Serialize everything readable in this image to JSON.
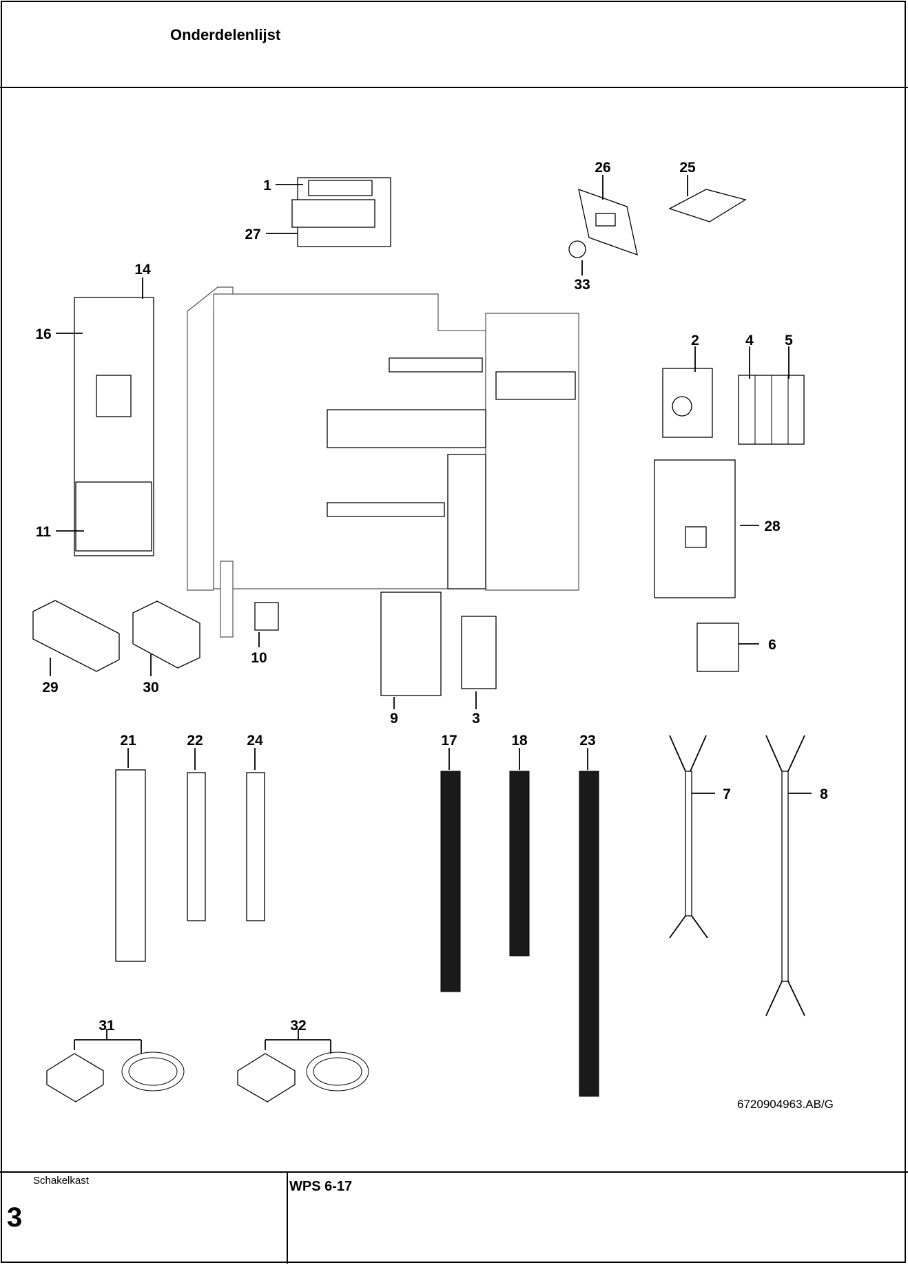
{
  "header": {
    "title": "Onderdelenlijst"
  },
  "drawing": {
    "doc_ref": "6720904963.AB/G",
    "callouts": [
      "1",
      "27",
      "26",
      "25",
      "33",
      "14",
      "16",
      "11",
      "2",
      "4",
      "5",
      "28",
      "6",
      "29",
      "30",
      "10",
      "9",
      "3",
      "21",
      "22",
      "24",
      "17",
      "18",
      "23",
      "7",
      "8",
      "31",
      "32"
    ]
  },
  "footer": {
    "section_label": "Schakelkast",
    "page_number": "3",
    "model": "WPS 6-17"
  }
}
